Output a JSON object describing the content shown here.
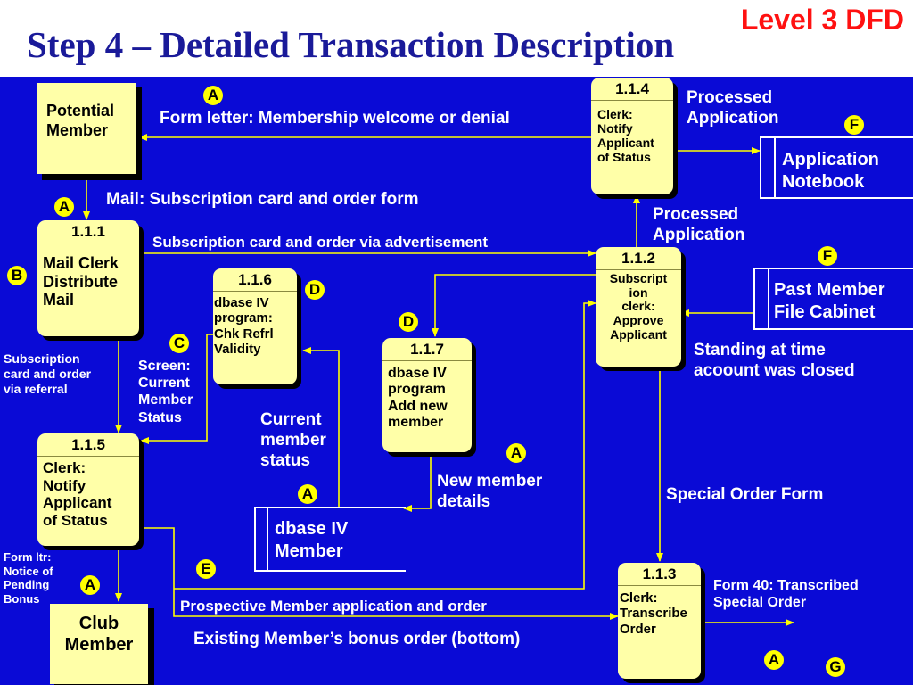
{
  "header": {
    "title": "Step 4 – Detailed Transaction Description",
    "level": "Level 3 DFD"
  },
  "colors": {
    "background": "#0a0ad6",
    "process_fill": "#ffffa8",
    "marker_fill": "#ffff00",
    "title": "#1a1a99",
    "level": "#ff1111"
  },
  "external_entities": [
    {
      "name": "Potential\nMember"
    },
    {
      "name": "Club\nMember"
    }
  ],
  "processes": [
    {
      "id": "1.1.1",
      "text": "Mail Clerk\nDistribute\nMail"
    },
    {
      "id": "1.1.2",
      "text": "Subscript\nion\nclerk:\nApprove\nApplicant"
    },
    {
      "id": "1.1.3",
      "text": "Clerk:\nTranscribe\nOrder"
    },
    {
      "id": "1.1.4",
      "text": "Clerk:\nNotify\nApplicant\nof Status"
    },
    {
      "id": "1.1.5",
      "text": "Clerk:\nNotify\nApplicant\nof Status"
    },
    {
      "id": "1.1.6",
      "text": "dbase IV\nprogram:\nChk Refrl\nValidity"
    },
    {
      "id": "1.1.7",
      "text": "dbase IV\nprogram\nAdd new\nmember"
    }
  ],
  "data_stores": [
    {
      "name": "Application\nNotebook"
    },
    {
      "name": "Past Member\nFile Cabinet"
    },
    {
      "name": "dbase IV\nMember"
    }
  ],
  "flows": [
    {
      "label": "Form letter:  Membership welcome or denial"
    },
    {
      "label": "Mail:  Subscription card and order form"
    },
    {
      "label": "Subscription card and order via advertisement"
    },
    {
      "label": "Processed\nApplication"
    },
    {
      "label": "Processed\nApplication"
    },
    {
      "label": "Standing at time\nacoount was closed"
    },
    {
      "label": "Special Order Form"
    },
    {
      "label": "Form 40:  Transcribed\nSpecial Order"
    },
    {
      "label": "Subscription\ncard and order\nvia referral"
    },
    {
      "label": "Screen:\nCurrent\nMember\nStatus"
    },
    {
      "label": "Current\nmember\nstatus"
    },
    {
      "label": "New member\ndetails"
    },
    {
      "label": "Form ltr:\nNotice of\nPending\nBonus"
    },
    {
      "label": "Prospective Member application and order"
    },
    {
      "label": "Existing Member’s bonus order (bottom)"
    }
  ],
  "markers": [
    "A",
    "F",
    "A",
    "F",
    "B",
    "D",
    "D",
    "C",
    "A",
    "A",
    "E",
    "A",
    "A",
    "G"
  ]
}
